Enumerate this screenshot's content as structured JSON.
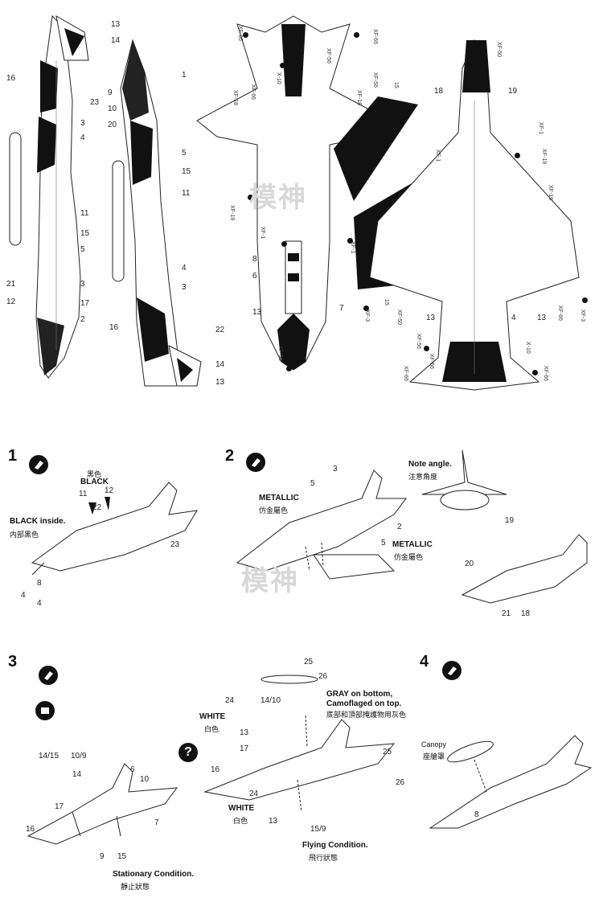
{
  "watermark": "模神",
  "views": {
    "side_left_labels": [
      "13",
      "14",
      "16",
      "23",
      "9",
      "10",
      "20",
      "3",
      "4",
      "11",
      "15",
      "5",
      "21",
      "12",
      "3",
      "17",
      "2"
    ],
    "side_right_labels": [
      "1",
      "5",
      "15",
      "11",
      "4",
      "3",
      "22",
      "16",
      "14",
      "13"
    ],
    "top_labels": [
      "XF-66",
      "X-10",
      "XF-18",
      "XF-66",
      "XF-19",
      "XF-1",
      "8",
      "6",
      "13",
      "XF-1",
      "7",
      "XF-3",
      "XF-56",
      "XF-50",
      "XF-18",
      "XF-56",
      "XF-66",
      "15",
      "15",
      "XF-50"
    ],
    "bottom_labels": [
      "XF-50",
      "18",
      "19",
      "XF-1",
      "XF-19",
      "XF-1",
      "XF-19",
      "13",
      "4",
      "13",
      "XF-56",
      "X-10",
      "XF-66",
      "XF-66",
      "XF-3",
      "XF-56",
      "XF-66"
    ]
  },
  "step1": {
    "number": "1",
    "black_cn": "黑色",
    "black_en": "BLACK",
    "black_inside_en": "BLACK inside.",
    "black_inside_cn": "内部黑色",
    "parts": [
      "11",
      "12",
      "22",
      "23",
      "8",
      "4",
      "4"
    ]
  },
  "step2": {
    "number": "2",
    "note_en": "Note angle.",
    "note_cn": "注意角度",
    "metallic_en": "METALLIC",
    "metallic_cn": "仿金屬色",
    "metallic2_en": "METALLIC",
    "metallic2_cn": "仿金屬色",
    "parts": [
      "3",
      "5",
      "2",
      "5",
      "19",
      "20",
      "21",
      "18"
    ]
  },
  "step3": {
    "number": "3",
    "parts_left": [
      "14/15",
      "10/9",
      "14",
      "6",
      "10",
      "17",
      "16",
      "9",
      "15",
      "7"
    ],
    "stationary_en": "Stationary Condition.",
    "stationary_cn": "靜止狀態",
    "gray_en1": "GRAY on bottom,",
    "gray_en2": "Camoflaged on top.",
    "gray_cn": "底部和頂部掩護物用灰色",
    "white_en": "WHITE",
    "white_cn": "白色",
    "white2_en": "WHITE",
    "white2_cn": "白色",
    "parts_right": [
      "25",
      "26",
      "24",
      "14/10",
      "13",
      "17",
      "16",
      "25",
      "26",
      "24",
      "13",
      "15/9"
    ],
    "flying_en": "Flying Condition.",
    "flying_cn": "飛行狀態"
  },
  "step4": {
    "number": "4",
    "canopy_en": "Canopy",
    "canopy_cn": "座艙罩",
    "part": "8"
  }
}
